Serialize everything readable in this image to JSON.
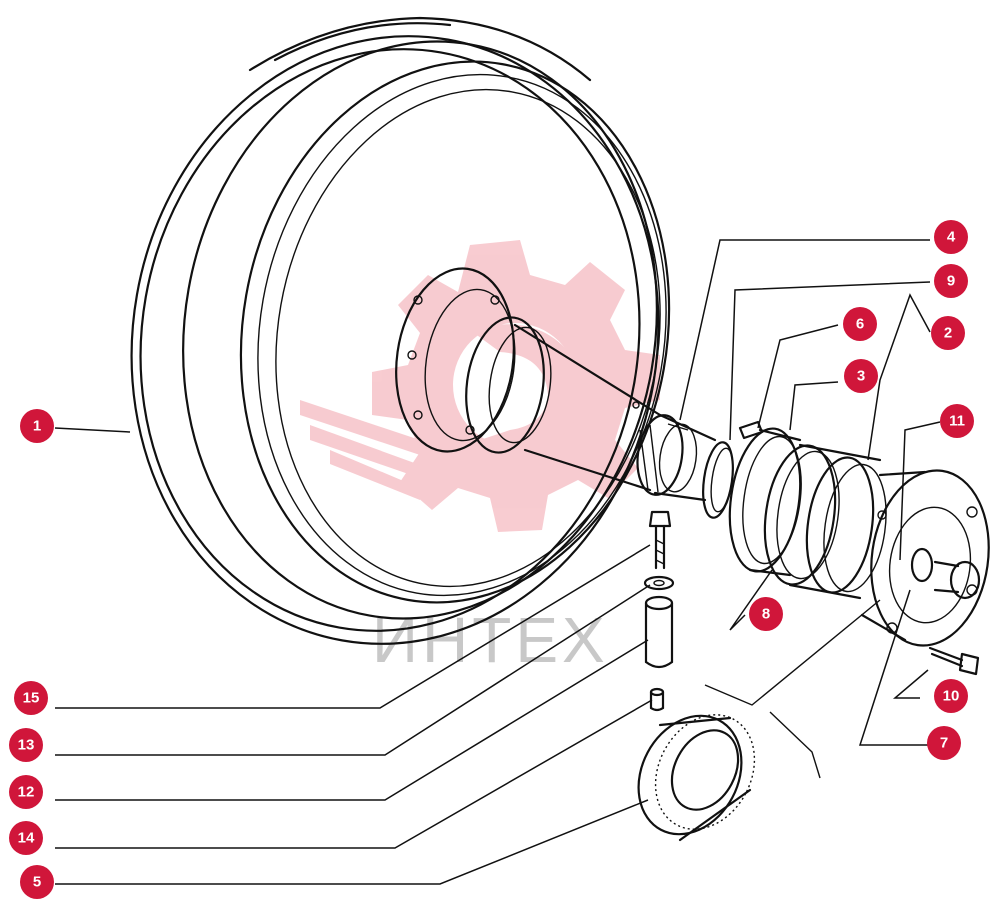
{
  "watermark": {
    "text": "ИНТЕХ",
    "color": "#f3b9bf"
  },
  "badge_color": "#d0163a",
  "callouts": [
    {
      "id": "1",
      "label": "1"
    },
    {
      "id": "2",
      "label": "2"
    },
    {
      "id": "3",
      "label": "3"
    },
    {
      "id": "4",
      "label": "4"
    },
    {
      "id": "5",
      "label": "5"
    },
    {
      "id": "6",
      "label": "6"
    },
    {
      "id": "7",
      "label": "7"
    },
    {
      "id": "8",
      "label": "8"
    },
    {
      "id": "9",
      "label": "9"
    },
    {
      "id": "10",
      "label": "10"
    },
    {
      "id": "11",
      "label": "11"
    },
    {
      "id": "12",
      "label": "12"
    },
    {
      "id": "13",
      "label": "13"
    },
    {
      "id": "14",
      "label": "14"
    },
    {
      "id": "15",
      "label": "15"
    }
  ]
}
